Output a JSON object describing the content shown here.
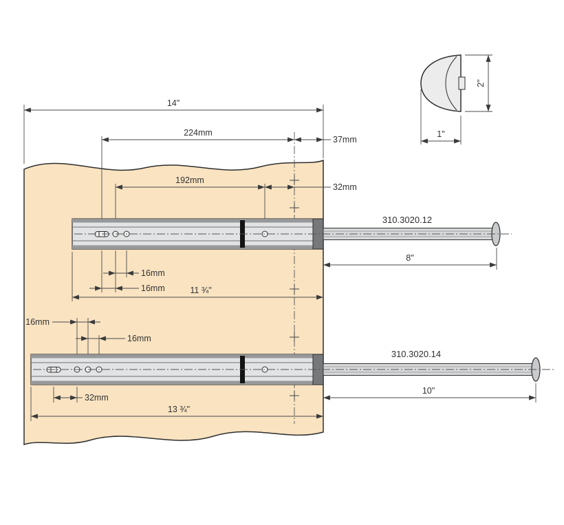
{
  "labels": {
    "dim_overall_width": "14\"",
    "dim_224mm": "224mm",
    "dim_37mm": "37mm",
    "dim_192mm": "192mm",
    "dim_32mm_top": "32mm",
    "dim_16mm_top_a": "16mm",
    "dim_16mm_top_b": "16mm",
    "dim_top_slide_length": "11 ¾\"",
    "dim_top_extension": "8\"",
    "dim_16mm_bottom_a": "16mm",
    "dim_16mm_bottom_b": "16mm",
    "dim_32mm_bottom": "32mm",
    "dim_bottom_slide_length": "13 ¾\"",
    "dim_bottom_extension": "10\"",
    "dim_knob_height": "2\"",
    "dim_knob_width": "1\""
  },
  "parts": {
    "top_slide": "310.3020.12",
    "bottom_slide": "310.3020.14"
  },
  "colors": {
    "panel_fill": "#f9e3c1",
    "line": "#2e2e2e",
    "slide_light": "#e2e3e4",
    "slide_dark": "#97989a",
    "knob_fill": "#ececec"
  }
}
